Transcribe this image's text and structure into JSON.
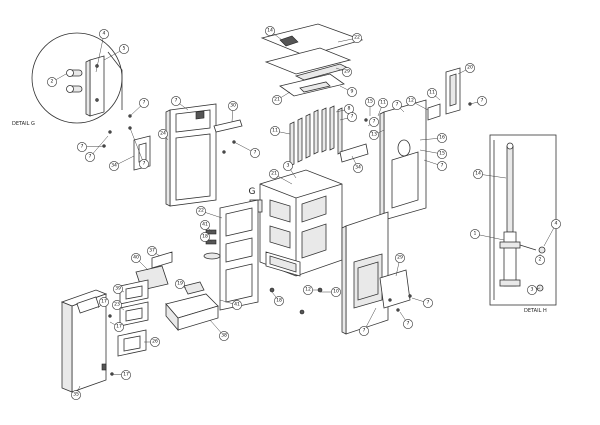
{
  "drawing": {
    "detail_labels": {
      "detail_g": "DETAIL G",
      "detail_h": "DETAIL H"
    },
    "view_letter": "G",
    "callouts": [
      {
        "id": "c01",
        "n": "4"
      },
      {
        "id": "c02",
        "n": "5"
      },
      {
        "id": "c03",
        "n": "2"
      },
      {
        "id": "c04",
        "n": "7"
      },
      {
        "id": "c05",
        "n": "7"
      },
      {
        "id": "c06",
        "n": "7"
      },
      {
        "id": "c07",
        "n": "7"
      },
      {
        "id": "c08",
        "n": "34"
      },
      {
        "id": "c09",
        "n": "7"
      },
      {
        "id": "c10",
        "n": "24"
      },
      {
        "id": "c11",
        "n": "7"
      },
      {
        "id": "c12",
        "n": "30"
      },
      {
        "id": "c13",
        "n": "14"
      },
      {
        "id": "c14",
        "n": "22"
      },
      {
        "id": "c15",
        "n": "29"
      },
      {
        "id": "c16",
        "n": "21"
      },
      {
        "id": "c17",
        "n": "9"
      },
      {
        "id": "c18",
        "n": "8"
      },
      {
        "id": "c19",
        "n": "11"
      },
      {
        "id": "c20",
        "n": "7"
      },
      {
        "id": "c21",
        "n": "15"
      },
      {
        "id": "c22",
        "n": "11"
      },
      {
        "id": "c23",
        "n": "7"
      },
      {
        "id": "c24",
        "n": "13"
      },
      {
        "id": "c25",
        "n": "16"
      },
      {
        "id": "c26",
        "n": "15"
      },
      {
        "id": "c27",
        "n": "7"
      },
      {
        "id": "c28",
        "n": "34"
      },
      {
        "id": "c29",
        "n": "3"
      },
      {
        "id": "c30",
        "n": "7"
      },
      {
        "id": "c31",
        "n": "12"
      },
      {
        "id": "c32",
        "n": "11"
      },
      {
        "id": "c33",
        "n": "20"
      },
      {
        "id": "c34",
        "n": "7"
      },
      {
        "id": "c35",
        "n": "21"
      },
      {
        "id": "c36",
        "n": "22"
      },
      {
        "id": "c37",
        "n": "41"
      },
      {
        "id": "c38",
        "n": "18"
      },
      {
        "id": "c39",
        "n": "37"
      },
      {
        "id": "c40",
        "n": "40"
      },
      {
        "id": "c41",
        "n": "39"
      },
      {
        "id": "c42",
        "n": "23"
      },
      {
        "id": "c43",
        "n": "26"
      },
      {
        "id": "c44",
        "n": "38"
      },
      {
        "id": "c45",
        "n": "19"
      },
      {
        "id": "c46",
        "n": "18"
      },
      {
        "id": "c47",
        "n": "41"
      },
      {
        "id": "c48",
        "n": "17"
      },
      {
        "id": "c49",
        "n": "17"
      },
      {
        "id": "c50",
        "n": "35"
      },
      {
        "id": "c51",
        "n": "17"
      },
      {
        "id": "c52",
        "n": "12"
      },
      {
        "id": "c53",
        "n": "10"
      },
      {
        "id": "c54",
        "n": "29"
      },
      {
        "id": "c55",
        "n": "7"
      },
      {
        "id": "c56",
        "n": "7"
      },
      {
        "id": "c57",
        "n": "7"
      },
      {
        "id": "c58",
        "n": "14"
      },
      {
        "id": "c59",
        "n": "1"
      },
      {
        "id": "c60",
        "n": "4"
      },
      {
        "id": "c61",
        "n": "2"
      },
      {
        "id": "c62",
        "n": "3"
      }
    ]
  }
}
